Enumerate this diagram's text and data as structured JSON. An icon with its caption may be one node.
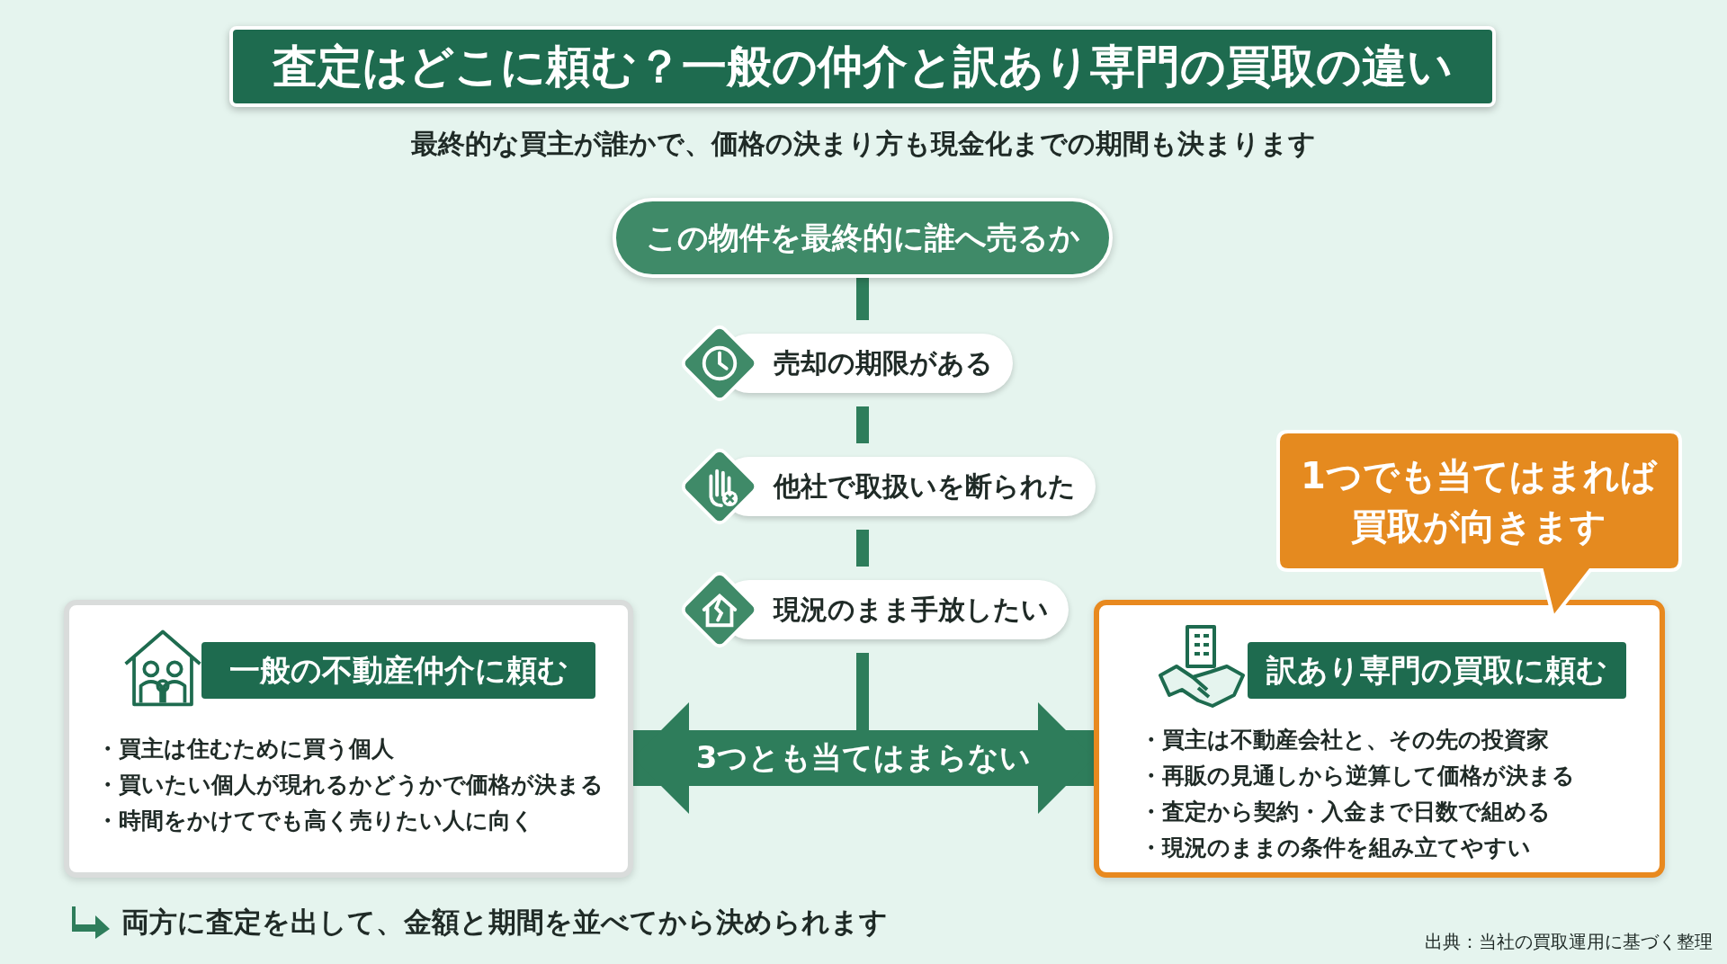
{
  "diagram": {
    "title": "査定はどこに頼む？一般の仲介と訳あり専門の買取の違い",
    "nodes": [
      {
        "text": [
          "この物件を最終的に誰へ売るか"
        ]
      },
      {
        "text": [
          "売却の期限がある"
        ]
      },
      {
        "text": [
          "他社で取扱いを断られた"
        ]
      },
      {
        "text": [
          "現況のまま手放したい"
        ]
      },
      {
        "text": [
          "一般の不動産仲介に頼む",
          "・買主は住むために買う個人",
          "・買いたい個人が現れるかどうかで価格が決まる",
          "・時間をかけてでも高く売りたい人に向く"
        ]
      },
      {
        "text": [
          "訳あり専門の買取に頼む",
          "・買主は不動産会社と、その先の投資家",
          "・再販の見通しから逆算して価格が決まる",
          "・査定から契約・入金まで日数で組める",
          "・現況のままの条件を組み立てやすい"
        ]
      },
      {
        "text": [
          "1つでも当てはまれば買取が向きます"
        ]
      }
    ],
    "edges": [
      {
        "from": 0,
        "to": 1,
        "arrow": "none"
      },
      {
        "from": 1,
        "to": 2,
        "arrow": "none"
      },
      {
        "from": 2,
        "to": 3,
        "arrow": "none"
      },
      {
        "from": 3,
        "to": null,
        "arrow": "none"
      },
      {
        "from": 4,
        "to": 5,
        "arrow": "both",
        "label": "3つとも当てはまらない",
        "style": "thick"
      }
    ],
    "labels": [
      "最終的な買主が誰かで、価格の決まり方も現金化までの期間も決まります",
      "両方に査定を出して、金額と期間を並べてから決められます",
      "出典：当社の買取運用に基づく整理"
    ]
  }
}
